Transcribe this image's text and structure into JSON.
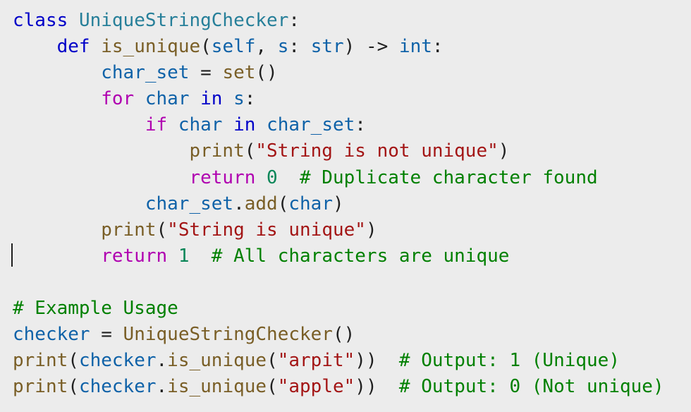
{
  "lines": [
    [
      {
        "t": "class",
        "c": "kw"
      },
      {
        "t": " ",
        "c": "op"
      },
      {
        "t": "UniqueStringChecker",
        "c": "cls"
      },
      {
        "t": ":",
        "c": "op"
      }
    ],
    [
      {
        "t": "    ",
        "c": "op"
      },
      {
        "t": "def",
        "c": "kw"
      },
      {
        "t": " ",
        "c": "op"
      },
      {
        "t": "is_unique",
        "c": "fn"
      },
      {
        "t": "(",
        "c": "op"
      },
      {
        "t": "self",
        "c": "var"
      },
      {
        "t": ", ",
        "c": "op"
      },
      {
        "t": "s",
        "c": "var"
      },
      {
        "t": ": ",
        "c": "op"
      },
      {
        "t": "str",
        "c": "var"
      },
      {
        "t": ") -> ",
        "c": "op"
      },
      {
        "t": "int",
        "c": "var"
      },
      {
        "t": ":",
        "c": "op"
      }
    ],
    [
      {
        "t": "        ",
        "c": "op"
      },
      {
        "t": "char_set",
        "c": "var"
      },
      {
        "t": " = ",
        "c": "op"
      },
      {
        "t": "set",
        "c": "fn"
      },
      {
        "t": "()",
        "c": "op"
      }
    ],
    [
      {
        "t": "        ",
        "c": "op"
      },
      {
        "t": "for",
        "c": "ctl"
      },
      {
        "t": " ",
        "c": "op"
      },
      {
        "t": "char",
        "c": "var"
      },
      {
        "t": " ",
        "c": "op"
      },
      {
        "t": "in",
        "c": "kw"
      },
      {
        "t": " ",
        "c": "op"
      },
      {
        "t": "s",
        "c": "var"
      },
      {
        "t": ":",
        "c": "op"
      }
    ],
    [
      {
        "t": "            ",
        "c": "op"
      },
      {
        "t": "if",
        "c": "ctl"
      },
      {
        "t": " ",
        "c": "op"
      },
      {
        "t": "char",
        "c": "var"
      },
      {
        "t": " ",
        "c": "op"
      },
      {
        "t": "in",
        "c": "kw"
      },
      {
        "t": " ",
        "c": "op"
      },
      {
        "t": "char_set",
        "c": "var"
      },
      {
        "t": ":",
        "c": "op"
      }
    ],
    [
      {
        "t": "                ",
        "c": "op"
      },
      {
        "t": "print",
        "c": "fn"
      },
      {
        "t": "(",
        "c": "op"
      },
      {
        "t": "\"String is not unique\"",
        "c": "str"
      },
      {
        "t": ")",
        "c": "op"
      }
    ],
    [
      {
        "t": "                ",
        "c": "op"
      },
      {
        "t": "return",
        "c": "ctl"
      },
      {
        "t": " ",
        "c": "op"
      },
      {
        "t": "0",
        "c": "num"
      },
      {
        "t": "  ",
        "c": "op"
      },
      {
        "t": "# Duplicate character found",
        "c": "cmt"
      }
    ],
    [
      {
        "t": "            ",
        "c": "op"
      },
      {
        "t": "char_set",
        "c": "var"
      },
      {
        "t": ".",
        "c": "op"
      },
      {
        "t": "add",
        "c": "fn"
      },
      {
        "t": "(",
        "c": "op"
      },
      {
        "t": "char",
        "c": "var"
      },
      {
        "t": ")",
        "c": "op"
      }
    ],
    [
      {
        "t": "        ",
        "c": "op"
      },
      {
        "t": "print",
        "c": "fn"
      },
      {
        "t": "(",
        "c": "op"
      },
      {
        "t": "\"String is unique\"",
        "c": "str"
      },
      {
        "t": ")",
        "c": "op"
      }
    ],
    [
      {
        "t": "        ",
        "c": "op"
      },
      {
        "t": "return",
        "c": "ctl"
      },
      {
        "t": " ",
        "c": "op"
      },
      {
        "t": "1",
        "c": "num"
      },
      {
        "t": "  ",
        "c": "op"
      },
      {
        "t": "# All characters are unique",
        "c": "cmt"
      }
    ],
    [],
    [
      {
        "t": "# Example Usage",
        "c": "cmt"
      }
    ],
    [
      {
        "t": "checker",
        "c": "var"
      },
      {
        "t": " = ",
        "c": "op"
      },
      {
        "t": "UniqueStringChecker",
        "c": "fn"
      },
      {
        "t": "()",
        "c": "op"
      }
    ],
    [
      {
        "t": "print",
        "c": "fn"
      },
      {
        "t": "(",
        "c": "op"
      },
      {
        "t": "checker",
        "c": "var"
      },
      {
        "t": ".",
        "c": "op"
      },
      {
        "t": "is_unique",
        "c": "fn"
      },
      {
        "t": "(",
        "c": "op"
      },
      {
        "t": "\"arpit\"",
        "c": "str"
      },
      {
        "t": "))  ",
        "c": "op"
      },
      {
        "t": "# Output: 1 (Unique)",
        "c": "cmt"
      }
    ],
    [
      {
        "t": "print",
        "c": "fn"
      },
      {
        "t": "(",
        "c": "op"
      },
      {
        "t": "checker",
        "c": "var"
      },
      {
        "t": ".",
        "c": "op"
      },
      {
        "t": "is_unique",
        "c": "fn"
      },
      {
        "t": "(",
        "c": "op"
      },
      {
        "t": "\"apple\"",
        "c": "str"
      },
      {
        "t": "))  ",
        "c": "op"
      },
      {
        "t": "# Output: 0 (Not unique)",
        "c": "cmt"
      }
    ]
  ],
  "cursor_line": 10
}
